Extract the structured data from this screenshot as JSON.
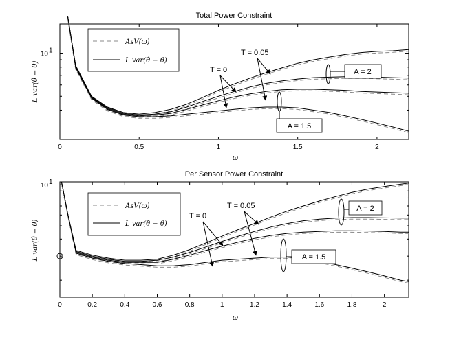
{
  "chart_data": [
    {
      "type": "line",
      "title": "Total Power Constraint",
      "xlabel": "ω",
      "ylabel": "L var(θ̂ − θ)",
      "xlim": [
        0,
        2.2
      ],
      "ylim": [
        2.5,
        16
      ],
      "yscale": "log",
      "xticks": [
        0,
        0.5,
        1,
        1.5,
        2
      ],
      "xtick_labels": [
        "0",
        "0.5",
        "1",
        "1.5",
        "2"
      ],
      "ytick_labels": [
        {
          "value": 10,
          "label": "10^1"
        }
      ],
      "grid": false,
      "legend": {
        "placement": "top-left",
        "entries": [
          {
            "label": "AsV(ω)",
            "style": "dashed",
            "color": "#888888"
          },
          {
            "label": "L var(θ̂ − θ)",
            "style": "solid",
            "color": "#000000"
          }
        ]
      },
      "x": [
        0.05,
        0.1,
        0.2,
        0.3,
        0.4,
        0.5,
        0.6,
        0.7,
        0.8,
        0.9,
        1.0,
        1.1,
        1.2,
        1.3,
        1.4,
        1.5,
        1.6,
        1.7,
        1.8,
        1.9,
        2.0,
        2.1,
        2.2
      ],
      "series": [
        {
          "values": [
            18,
            8.2,
            5.0,
            4.2,
            3.85,
            3.75,
            3.85,
            4.05,
            4.4,
            4.9,
            5.5,
            6.1,
            6.7,
            7.3,
            7.9,
            8.5,
            9.0,
            9.4,
            9.8,
            10.1,
            10.3,
            10.4,
            10.6
          ]
        },
        {
          "values": [
            18,
            8.1,
            4.95,
            4.15,
            3.8,
            3.7,
            3.75,
            3.9,
            4.2,
            4.6,
            5.0,
            5.4,
            5.8,
            6.15,
            6.4,
            6.6,
            6.75,
            6.8,
            6.85,
            6.85,
            6.8,
            6.75,
            6.7
          ]
        },
        {
          "values": [
            18,
            8.0,
            4.9,
            4.1,
            3.75,
            3.65,
            3.7,
            3.8,
            4.05,
            4.35,
            4.65,
            4.95,
            5.2,
            5.4,
            5.55,
            5.6,
            5.6,
            5.55,
            5.5,
            5.4,
            5.35,
            5.3,
            5.25
          ]
        },
        {
          "values": [
            18,
            7.9,
            4.85,
            4.05,
            3.7,
            3.6,
            3.6,
            3.65,
            3.75,
            3.85,
            3.95,
            4.05,
            4.15,
            4.2,
            4.2,
            4.15,
            4.0,
            3.85,
            3.65,
            3.45,
            3.25,
            3.05,
            2.85
          ]
        }
      ],
      "annotations": [
        "T = 0",
        "T = 0.05",
        "A = 2",
        "A = 1.5"
      ]
    },
    {
      "type": "line",
      "title": "Per Sensor Power Constraint",
      "xlabel": "ω",
      "ylabel": "L var(θ̂ − θ)",
      "xlim": [
        0,
        2.15
      ],
      "ylim": [
        1.5,
        10.5
      ],
      "yscale": "log",
      "xticks": [
        0,
        0.2,
        0.4,
        0.6,
        0.8,
        1,
        1.2,
        1.4,
        1.6,
        1.8,
        2
      ],
      "xtick_labels": [
        "0",
        "0.2",
        "0.4",
        "0.6",
        "0.8",
        "1",
        "1.2",
        "1.4",
        "1.6",
        "1.8",
        "2"
      ],
      "ytick_labels": [
        {
          "value": 10,
          "label": "10^1"
        }
      ],
      "grid": false,
      "legend": {
        "placement": "top-left",
        "entries": [
          {
            "label": "AsV(ω)",
            "style": "dashed",
            "color": "#888888"
          },
          {
            "label": "L var(θ̂ − θ)",
            "style": "solid",
            "color": "#000000"
          }
        ]
      },
      "marker": {
        "x": 0,
        "y": 3.0
      },
      "x": [
        0.01,
        0.05,
        0.1,
        0.2,
        0.3,
        0.4,
        0.5,
        0.6,
        0.7,
        0.8,
        0.9,
        1.0,
        1.1,
        1.2,
        1.3,
        1.4,
        1.5,
        1.6,
        1.7,
        1.8,
        1.9,
        2.0,
        2.1,
        2.15
      ],
      "series": [
        {
          "values": [
            10.5,
            6.0,
            3.3,
            3.05,
            2.9,
            2.8,
            2.8,
            2.85,
            3.05,
            3.35,
            3.75,
            4.2,
            4.7,
            5.2,
            5.8,
            6.4,
            7.0,
            7.6,
            8.2,
            8.8,
            9.3,
            9.7,
            10.1,
            10.3
          ]
        },
        {
          "values": [
            10.5,
            6.0,
            3.25,
            3.0,
            2.85,
            2.75,
            2.75,
            2.8,
            2.95,
            3.2,
            3.5,
            3.85,
            4.2,
            4.55,
            4.9,
            5.2,
            5.45,
            5.6,
            5.7,
            5.75,
            5.75,
            5.72,
            5.7,
            5.7
          ]
        },
        {
          "values": [
            10.5,
            6.0,
            3.2,
            2.95,
            2.8,
            2.7,
            2.7,
            2.7,
            2.85,
            3.05,
            3.3,
            3.55,
            3.8,
            4.05,
            4.25,
            4.4,
            4.5,
            4.55,
            4.6,
            4.6,
            4.58,
            4.55,
            4.5,
            4.5
          ]
        },
        {
          "values": [
            10.5,
            6.0,
            3.15,
            2.9,
            2.75,
            2.65,
            2.6,
            2.55,
            2.55,
            2.6,
            2.7,
            2.8,
            2.85,
            2.9,
            2.95,
            2.95,
            2.88,
            2.75,
            2.6,
            2.45,
            2.3,
            2.15,
            2.0,
            1.95
          ]
        }
      ],
      "annotations": [
        "T = 0",
        "T = 0.05",
        "A = 2",
        "A = 1.5"
      ]
    }
  ]
}
